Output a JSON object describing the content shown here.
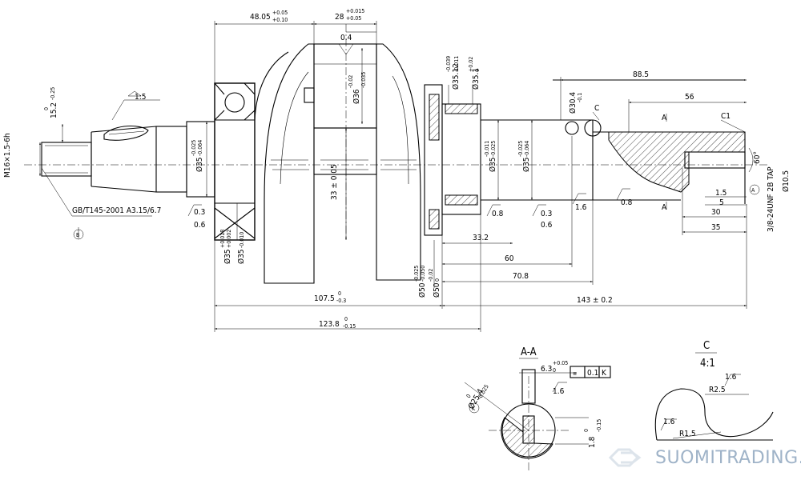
{
  "labels": {
    "d_48_05": "48.05",
    "d_48_05_tol_u": "+0.05",
    "d_48_05_tol_l": "+0.10",
    "d_28": "28",
    "d_28_tol_u": "+0.015",
    "d_28_tol_l": "+0.05",
    "d_0_4": "0.4",
    "d_15_2": "15.2",
    "d_15_2_tol_u": "0",
    "d_15_2_tol_l": "-0.25",
    "d_1_5": "1:5",
    "d_m16": "M16×1.5-6h",
    "d_gb": "GB/T145-2001  A3.15/6.7",
    "d_b": "B",
    "d_35_025": "Ø35",
    "d_35_025_tol_u": "-0.025",
    "d_35_025_tol_l": "-0.064",
    "d_0_3a": "0.3",
    "d_0_6a": "0.6",
    "d_35_b": "Ø35",
    "d_35_b_tol_u": "+0.018",
    "d_35_b_tol_l": "+0.002",
    "d_35_c": "Ø35",
    "d_35_c_tol_l": "-0.010",
    "d_33": "33 ± 0.05",
    "d_36": "Ø36",
    "d_36_tol_u": "-0.02",
    "d_36_tol_l": "-0.035",
    "d_107_5": "107.5",
    "d_107_5_tol_u": "0",
    "d_107_5_tol_l": "-0.3",
    "d_123_8": "123.8",
    "d_123_8_tol_u": "0",
    "d_123_8_tol_l": "-0.15",
    "d_35_12": "Ø35.12",
    "d_35_12_tol_u": "-0.039",
    "d_35_12_tol_l": "-0.011",
    "d_35_1": "Ø35.1",
    "d_35_1_tol_u": "+0.02",
    "d_35_1_tol_l": "0",
    "d_35_011": "Ø35",
    "d_35_011_tol_u": "-0.011",
    "d_35_011_tol_l": "-0.025",
    "d_35_025b": "Ø35",
    "d_35_025b_tol_u": "-0.025",
    "d_35_025b_tol_l": "-0.064",
    "d_0_8a": "0.8",
    "d_0_3b": "0.3",
    "d_0_6b": "0.6",
    "d_1_6a": "1.6",
    "d_0_8b": "0.8",
    "d_33_2": "33.2",
    "d_60": "60",
    "d_70_8": "70.8",
    "d_143": "143 ± 0.2",
    "d_50": "Ø50",
    "d_50_tol_u": "-0.025",
    "d_50_tol_l": "-0.050",
    "d_50b": "Ø50",
    "d_50b_tol_u": "-0.02",
    "d_50b_tol_l": "0",
    "d_88_5": "88.5",
    "d_56": "56",
    "d_c": "C",
    "d_c1": "C1",
    "d_a_top": "A",
    "d_a_bot": "A",
    "d_30_4": "Ø30.4",
    "d_30_4_tol": "-0.1",
    "d_60deg": "60°",
    "d_1_5b": "1.5",
    "d_5": "5",
    "d_30": "30",
    "d_35": "35",
    "d_tap": "3/8-24UNF 2B TAP",
    "d_10_5": "Ø10.5",
    "d_a_circle": "A",
    "sec_aa": "A-A",
    "d_6_3": "6.3",
    "d_6_3_tol_u": "+0.05",
    "d_6_3_tol_l": "0",
    "d_0_1": "0.1",
    "d_k": "K",
    "d_25_4": "Ø25.4",
    "d_25_4_tol_u": "0",
    "d_25_4_tol_l": "-0.025",
    "d_k_circle": "K",
    "d_1_6b": "1.6",
    "d_1_8": "1.8",
    "d_1_8_tol_u": "0",
    "d_1_8_tol_l": "-0.15",
    "detail_c": "C",
    "detail_scale": "4:1",
    "d_1_6c": "1.6",
    "d_r2_5": "R2.5",
    "d_1_6d": "1.6",
    "d_r1_5": "R1.5",
    "watermark": "SUOMITRADING.fi"
  }
}
